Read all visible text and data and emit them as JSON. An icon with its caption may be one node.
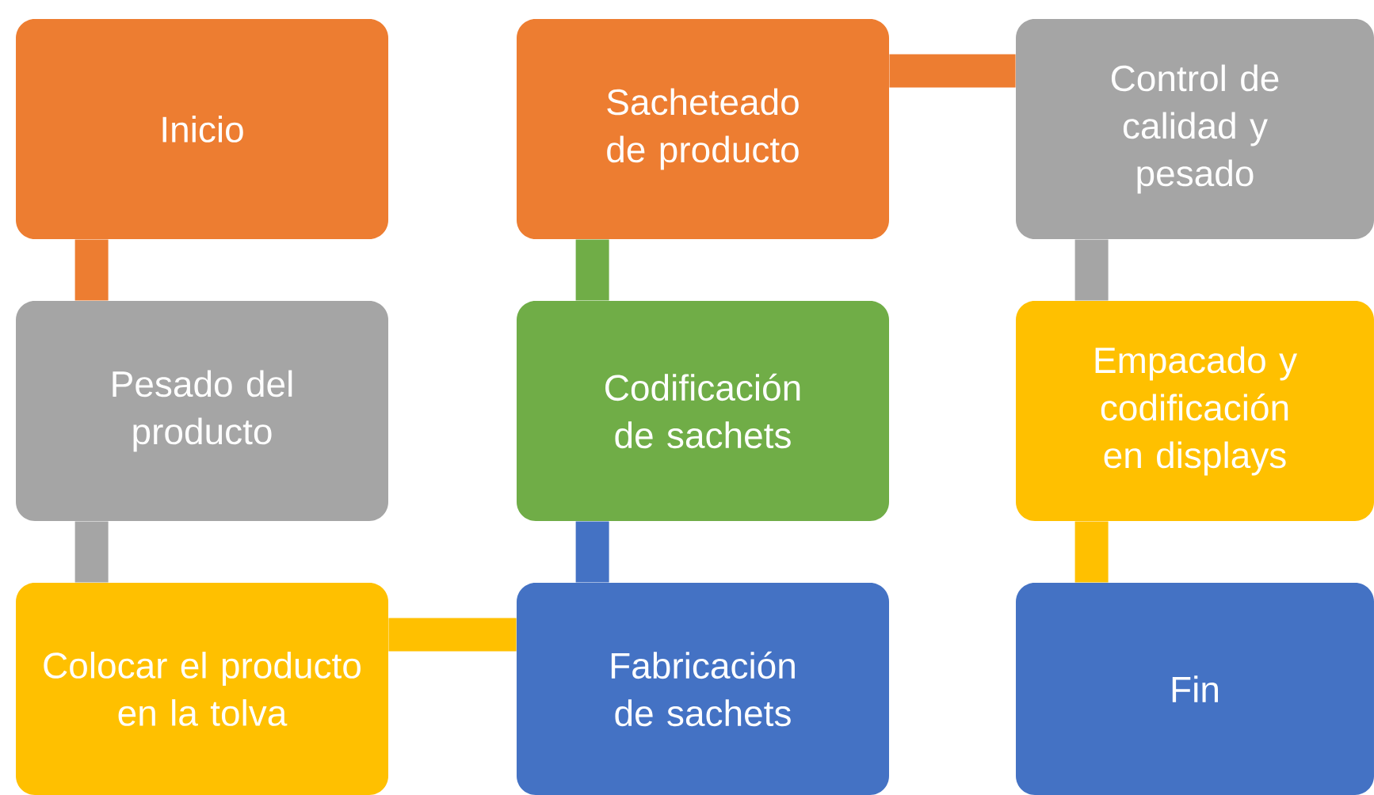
{
  "diagram": {
    "nodes": [
      {
        "text": [
          "Inicio"
        ]
      },
      {
        "text": [
          "Pesado del producto"
        ]
      },
      {
        "text": [
          "Colocar el producto en la tolva"
        ]
      },
      {
        "text": [
          "Fabricación de sachets"
        ]
      },
      {
        "text": [
          "Codificación de sachets"
        ]
      },
      {
        "text": [
          "Sacheteado de producto"
        ]
      },
      {
        "text": [
          "Control de calidad y pesado"
        ]
      },
      {
        "text": [
          "Empacado y codificación en displays"
        ]
      },
      {
        "text": [
          "Fin"
        ]
      }
    ],
    "edges": [
      {
        "from": 0,
        "to": 1,
        "arrow": "none",
        "color": "#ed7d31"
      },
      {
        "from": 1,
        "to": 2,
        "arrow": "none",
        "color": "#a5a5a5"
      },
      {
        "from": 2,
        "to": 3,
        "arrow": "none",
        "color": "#ffc000"
      },
      {
        "from": 3,
        "to": 4,
        "arrow": "none",
        "color": "#4472c4"
      },
      {
        "from": 4,
        "to": 5,
        "arrow": "none",
        "color": "#70ad47"
      },
      {
        "from": 5,
        "to": 6,
        "arrow": "none",
        "color": "#ed7d31"
      },
      {
        "from": 6,
        "to": 7,
        "arrow": "none",
        "color": "#a5a5a5"
      },
      {
        "from": 7,
        "to": 8,
        "arrow": "none",
        "color": "#ffc000"
      }
    ]
  }
}
